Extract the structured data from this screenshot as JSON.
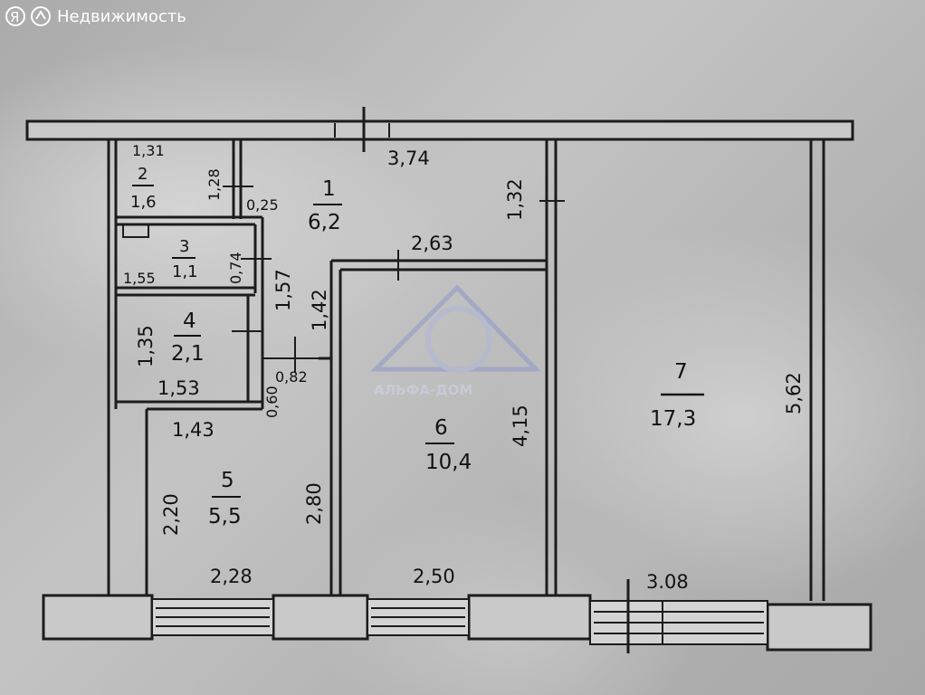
{
  "watermark": {
    "brand": "Недвижимость",
    "logo_letter": "Я"
  },
  "overlay_logo": {
    "text": "АЛЬФА-ДОМ"
  },
  "rooms": {
    "r1": {
      "number": "1",
      "area": "6,2"
    },
    "r2": {
      "number": "2",
      "area": "1,6"
    },
    "r3": {
      "number": "3",
      "area": "1,1"
    },
    "r4": {
      "number": "4",
      "area": "2,1"
    },
    "r5": {
      "number": "5",
      "area": "5,5"
    },
    "r6": {
      "number": "6",
      "area": "10,4"
    },
    "r7": {
      "number": "7",
      "area": "17,3"
    }
  },
  "dimensions": {
    "d_374": "3,74",
    "d_132": "1,32",
    "d_131": "1,31",
    "d_128": "1,28",
    "d_025": "0,25",
    "d_263": "2,63",
    "d_074": "0,74",
    "d_155": "1,55",
    "d_157": "1,57",
    "d_142": "1,42",
    "d_135": "1,35",
    "d_153": "1,53",
    "d_082": "0,82",
    "d_060": "0,60",
    "d_143": "1,43",
    "d_415": "4,15",
    "d_562": "5,62",
    "d_220": "2,20",
    "d_280": "2,80",
    "d_228": "2,28",
    "d_250": "2,50",
    "d_308": "3.08"
  }
}
